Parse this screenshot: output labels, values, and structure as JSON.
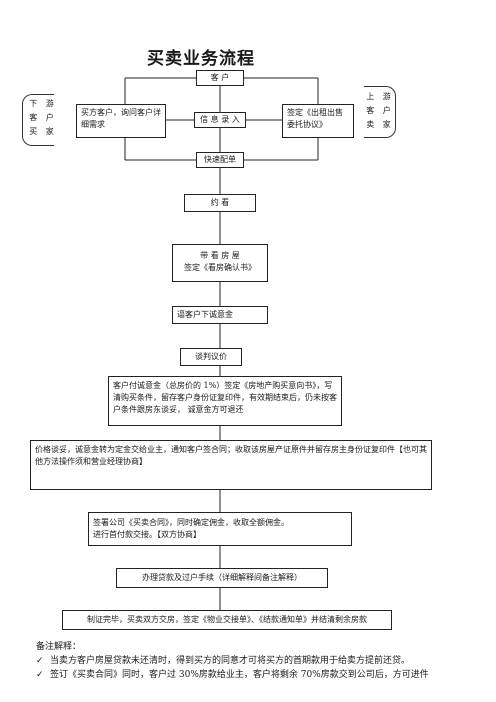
{
  "title": "买卖业务流程",
  "nodes": {
    "customer": "客   户",
    "buyer_inquiry": "买方客户，询问客户详细需求",
    "info_entry": "信 息 录 入",
    "seller_sign": "签定《出租出售委托协议》",
    "quick_match": "快速配单",
    "appointment": "约   看",
    "showing_line1": "带  看  房  屋",
    "showing_line2": "签定《看房确认书》",
    "deposit": "逼客户下诚意金",
    "negotiate": "谈判议价",
    "deposit_detail": "客户付诚意金（总房价的 1%）签定《房地产购买意向书》，写清购买条件，留存客户身份证复印件，有效期结束后，仍未按客户条件跟房东谈妥，     诚意金方可退还",
    "price_agreed": "价格谈妥，诚意金转为定金交给业主，通知客户签合同；收取该房屋产证原件并留存房主身份证复印件【也可其他方法操作须和营业经理协商】",
    "contract_line1": "签署公司《买卖合同》，同时确定佣金，收取全额佣金。",
    "contract_line2": "进行首付款交接。【双方协商】",
    "loan_transfer": "办理贷款及过户手续（详细解释间备注解释）",
    "certificate_done": "制证完毕，买卖双方交房，签定《物业交接单》、《结款通知单》并结清剩余房款"
  },
  "side_labels": {
    "left": [
      "下",
      "游",
      "客",
      "户",
      "买",
      "家"
    ],
    "right": [
      "上",
      "游",
      "客",
      "户",
      "卖",
      "家"
    ]
  },
  "notes": {
    "heading": "备注解释：",
    "items": [
      "当卖方客户房屋贷款未还清时，得到买方的同意才可将买方的首期款用于给卖方提前还贷。",
      "签订《买卖合同》同时，客户过 30%房款给业主，客户将剩余 70%房款交到公司后，方可进件"
    ],
    "check_icon": "checkmark-icon"
  }
}
